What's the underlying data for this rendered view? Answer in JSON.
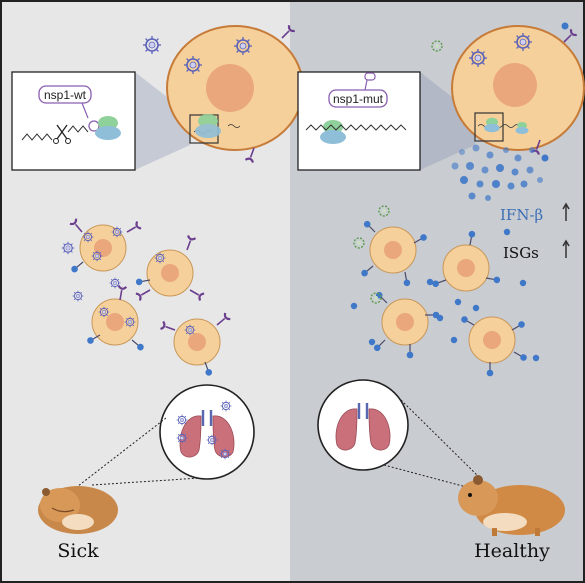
{
  "left_panel": {
    "construct_label": "nsp1-wt",
    "caption": "Sick"
  },
  "right_panel": {
    "construct_label": "nsp1-mut",
    "ifn_label": "IFN-β",
    "isg_label": "ISGs",
    "caption": "Healthy"
  },
  "colors": {
    "left_bg": "#e7e7e7",
    "right_bg": "#c9ccd0",
    "cell_fill": "#f5d09a",
    "nucleus_fill": "#eaa77b",
    "virus": "#5b62b8",
    "virus_green": "#5a9b4e",
    "receptor": "#6b3e8e",
    "interferon": "#3f78c9",
    "lung": "#c9707a"
  },
  "icons": [
    "virus-icon",
    "receptor-icon",
    "interferon-icon",
    "lung-icon",
    "hamster-icon",
    "scissors-icon",
    "ribosome-icon",
    "mrna-icon",
    "arrow-up-icon"
  ]
}
